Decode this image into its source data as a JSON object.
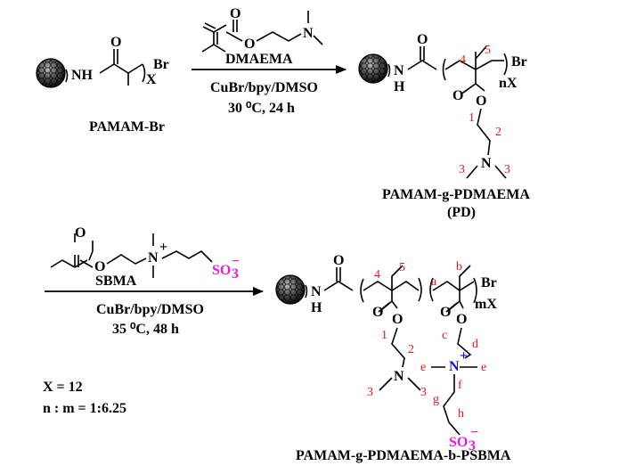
{
  "scheme": {
    "start_material": "PAMAM-Br",
    "step1": {
      "monomer": "DMAEMA",
      "catalyst": "CuBr/bpy/DMSO",
      "temperature": "30 ⁰C, 24 h"
    },
    "intermediate": {
      "name": "PAMAM-g-PDMAEMA",
      "abbrev": "(PD)"
    },
    "step2": {
      "monomer": "SBMA",
      "catalyst": "CuBr/bpy/DMSO",
      "temperature": "35 ⁰C, 48 h"
    },
    "product": "PAMAM-g-PDMAEMA-b-PSBMA",
    "ratios": {
      "x_value": "X = 12",
      "nm_ratio": "n : m = 1:6.25"
    }
  },
  "atoms": {
    "O": "O",
    "N": "N",
    "NH": "NH",
    "H": "H",
    "Br": "Br",
    "X": "X",
    "nX": "nX",
    "mX": "mX",
    "plus": "+",
    "SO3": "SO",
    "SO3_sub": "3",
    "SO3_sup": "−"
  },
  "numbers": {
    "n1": "1",
    "n2": "2",
    "n3": "3",
    "n4": "4",
    "n5": "5",
    "a": "a",
    "b": "b",
    "c": "c",
    "d": "d",
    "e": "e",
    "f": "f",
    "g": "g",
    "h": "h"
  },
  "colors": {
    "label_red": "#e0191f",
    "nitrogen_blue": "#1313d8",
    "sulfonate_magenta": "#e21be0"
  },
  "icons": {
    "dendrimer": "pamam-sphere-icon"
  }
}
